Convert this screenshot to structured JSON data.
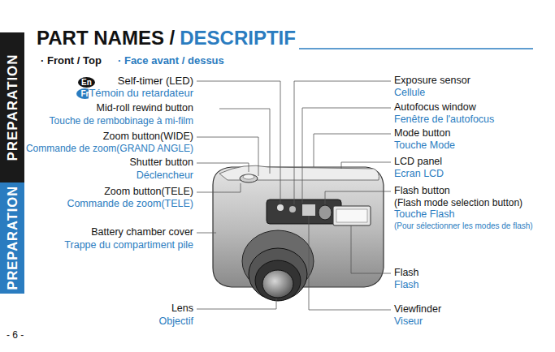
{
  "diagram": {
    "nodes": [
      {
        "text": [
          "PREPARATION"
        ]
      },
      {
        "text": [
          "PREPARATION"
        ]
      },
      {
        "text": [
          "En"
        ]
      },
      {
        "text": [
          "Fr"
        ]
      }
    ],
    "labels": [
      "PART NAMES /",
      "DESCRIPTIF",
      "· Front / Top",
      "· Face avant / dessus",
      "Self-timer (LED)",
      "Témoin du retardateur",
      "Mid-roll rewind button",
      "Touche de rembobinage à mi-film",
      "Zoom button(WIDE)",
      "Commande de zoom(GRAND ANGLE)",
      "Shutter button",
      "Déclencheur",
      "Zoom button(TELE)",
      "Commande de zoom(TELE)",
      "Battery chamber cover",
      "Trappe du compartiment pile",
      "Lens",
      "Objectif",
      "Exposure sensor",
      "Cellule",
      "Autofocus window",
      "Fenêtre de l'autofocus",
      "Mode button",
      "Touche Mode",
      "LCD panel",
      "Ecran LCD",
      "Flash button",
      "(Flash mode selection button)",
      "Touche Flash",
      "(Pour sélectionner les modes de flash)",
      "Flash",
      "Flash",
      "Viewfinder",
      "Viseur",
      "- 6 -"
    ]
  }
}
